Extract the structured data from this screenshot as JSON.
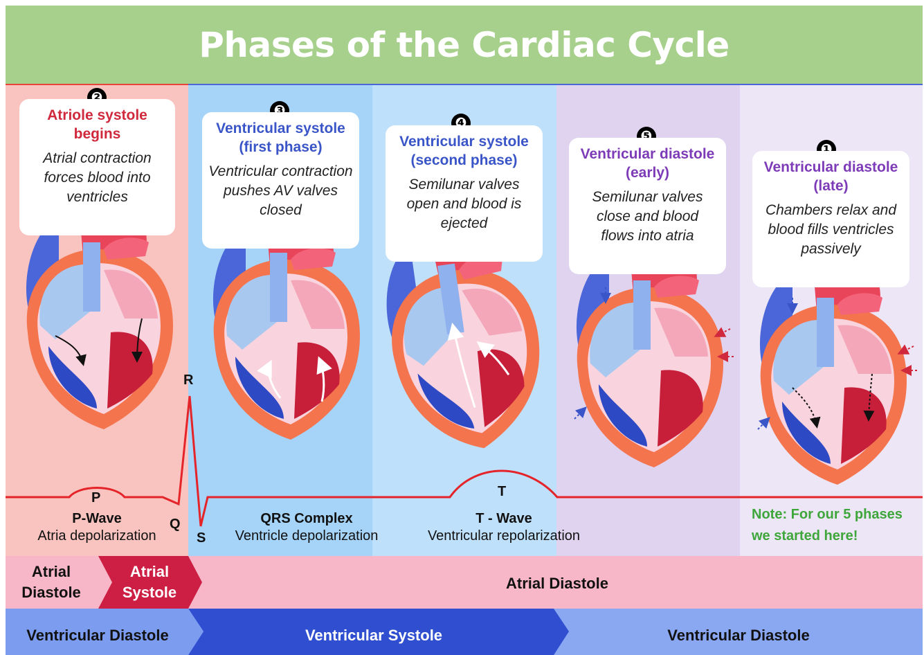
{
  "title": "Phases of the Cardiac Cycle",
  "phases": [
    {
      "number": "❷",
      "heading": "Atriole systole begins",
      "description": "Atrial contraction forces blood into ventricles",
      "heading_color": "#d0283c"
    },
    {
      "number": "❸",
      "heading": "Ventricular systole (first phase)",
      "description": "Ventricular contraction pushes AV valves closed",
      "heading_color": "#3a55c8"
    },
    {
      "number": "❹",
      "heading": "Ventricular systole (second phase)",
      "description": "Semilunar valves open and blood is ejected",
      "heading_color": "#3a55c8"
    },
    {
      "number": "❺",
      "heading": "Ventricular diastole (early)",
      "description": "Semilunar valves close and blood flows into atria",
      "heading_color": "#7d3bb8"
    },
    {
      "number": "❶",
      "heading": "Ventricular diastole (late)",
      "description": "Chambers relax and blood fills ventricles passively",
      "heading_color": "#7d3bb8"
    }
  ],
  "ecg": {
    "labels": {
      "p": "P",
      "q": "Q",
      "r": "R",
      "s": "S",
      "t": "T"
    },
    "p_wave": {
      "name": "P-Wave",
      "meaning": "Atria depolarization"
    },
    "qrs": {
      "name": "QRS Complex",
      "meaning": "Ventricle depolarization"
    },
    "t_wave": {
      "name": "T - Wave",
      "meaning": "Ventricular repolarization"
    },
    "line_color": "#e52429"
  },
  "note": "Note: For our 5 phases we started here!",
  "atrial_band": {
    "diastole_1": "Atrial Diastole",
    "systole": "Atrial Systole",
    "diastole_2": "Atrial Diastole"
  },
  "ventricular_band": {
    "diastole_1": "Ventricular Diastole",
    "systole": "Ventricular Systole",
    "diastole_2": "Ventricular Diastole"
  },
  "colors": {
    "title_bg": "#a6d08b",
    "col_atrial_systole": "#f9c3bf",
    "col_vs1": "#a6d3f8",
    "col_vs2": "#bfe0fb",
    "col_vd_early": "#e0d3f0",
    "col_vd_late": "#ece6f6",
    "band_atrial": "#f8b7c8",
    "band_atrial_systole": "#cc1f43",
    "band_ventricular": "#8aa7f2",
    "band_ventricular_systole": "#2f4fd0"
  }
}
